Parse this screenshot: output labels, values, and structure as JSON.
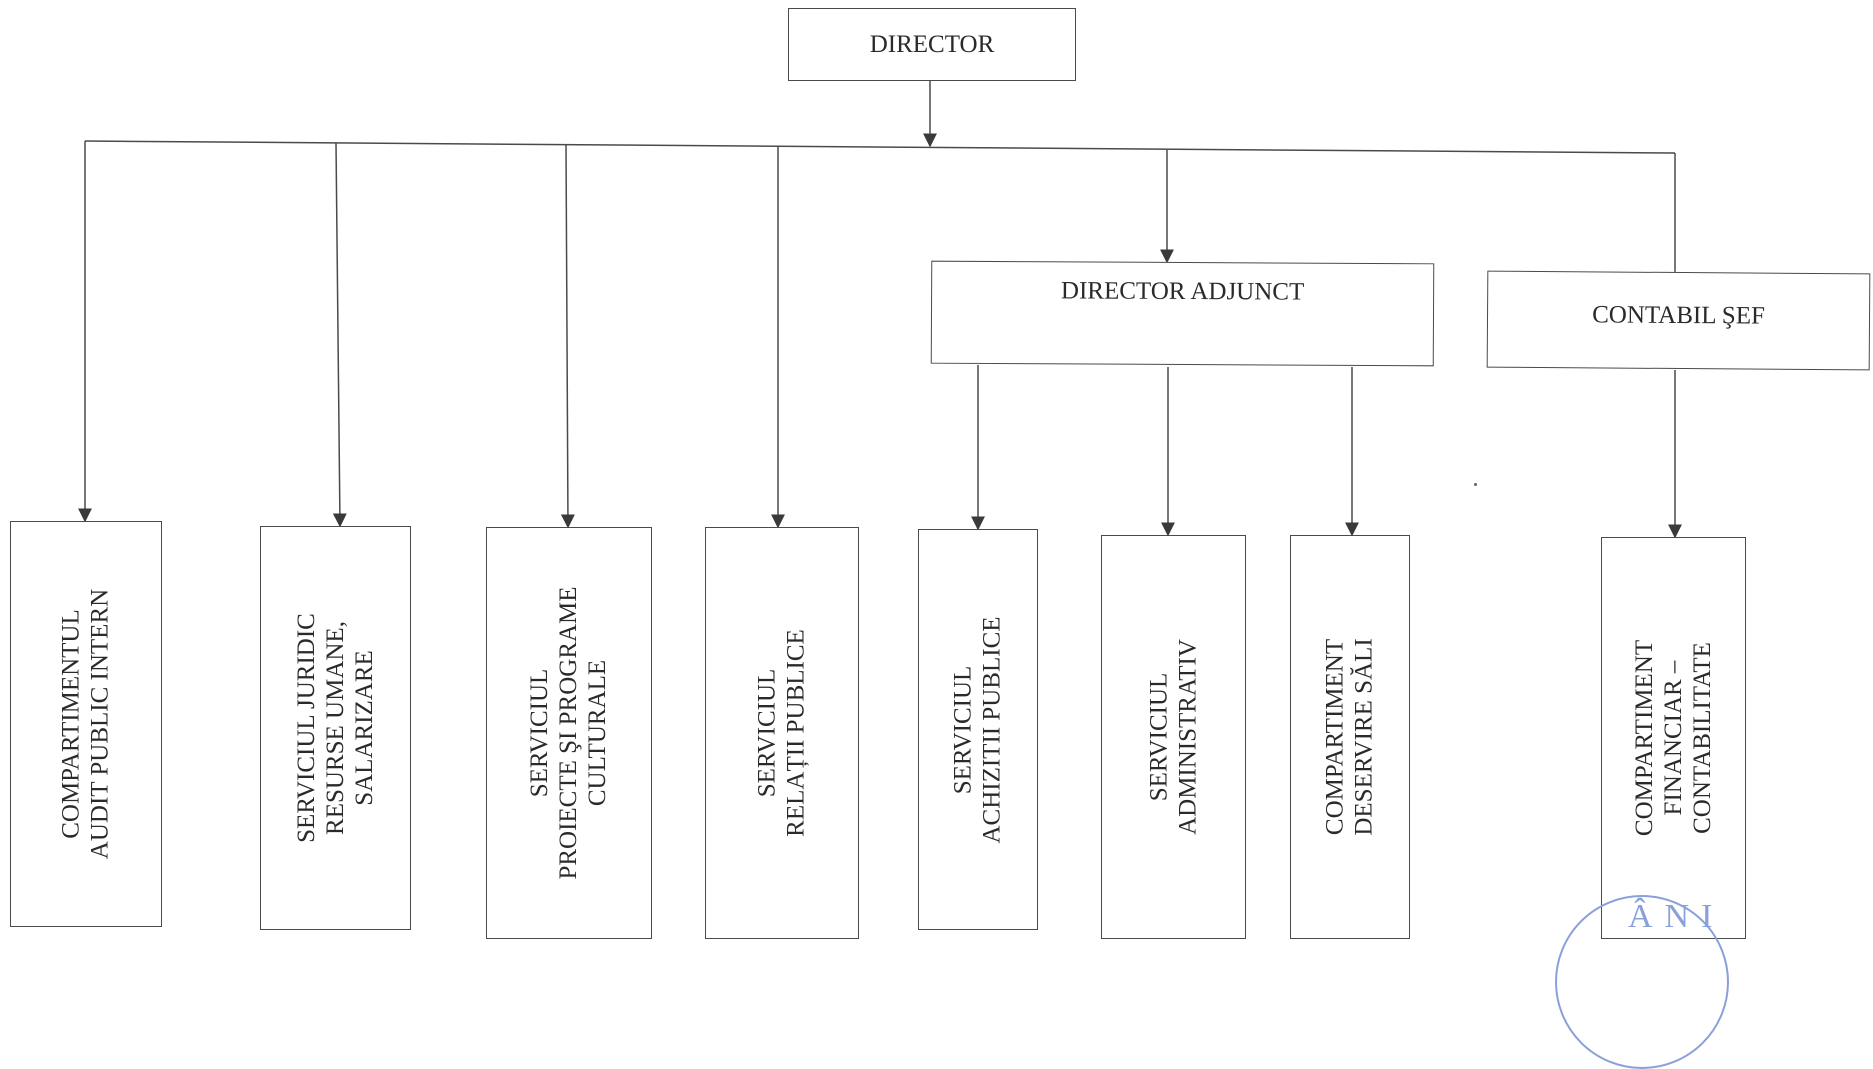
{
  "diagram": {
    "root": {
      "label": "DIRECTOR"
    },
    "director_adjunct": {
      "label": "DIRECTOR ADJUNCT"
    },
    "contabil_sef": {
      "label": "CONTABIL ŞEF"
    },
    "units": [
      {
        "lines": [
          "COMPARTIMENTUL",
          "AUDIT PUBLIC INTERN"
        ]
      },
      {
        "lines": [
          "SERVICIUL JURIDIC",
          "RESURSE UMANE,",
          "SALARIZARE"
        ]
      },
      {
        "lines": [
          "SERVICIUL",
          "PROIECTE ŞI PROGRAME",
          "CULTURALE"
        ]
      },
      {
        "lines": [
          "SERVICIUL",
          "RELAȚII PUBLICE"
        ]
      },
      {
        "lines": [
          "SERVICIUL",
          "ACHIZITII PUBLICE"
        ]
      },
      {
        "lines": [
          "SERVICIUL",
          "ADMINISTRATIV"
        ]
      },
      {
        "lines": [
          "COMPARTIMENT",
          "DESERVIRE SĂLI"
        ]
      },
      {
        "lines": [
          "COMPARTIMENT",
          "FINANCIAR –",
          "CONTABILITATE"
        ]
      }
    ],
    "stamp_text": "ÂNI"
  }
}
